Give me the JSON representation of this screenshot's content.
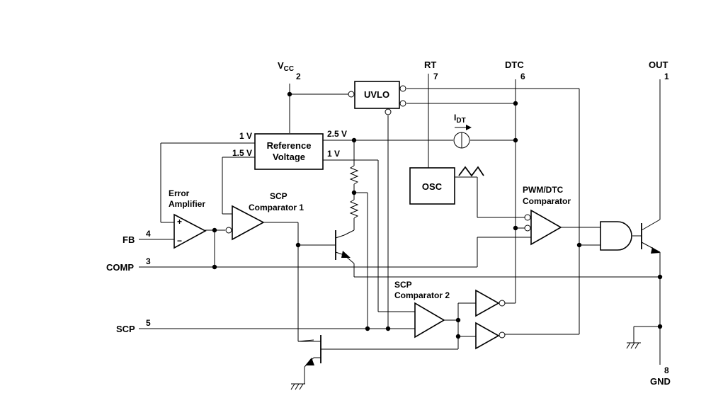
{
  "pins": {
    "vcc": "V",
    "vcc_sub": "CC",
    "vcc_num": "2",
    "rt": "RT",
    "rt_num": "7",
    "dtc": "DTC",
    "dtc_num": "6",
    "out": "OUT",
    "out_num": "1",
    "fb": "FB",
    "fb_num": "4",
    "comp": "COMP",
    "comp_num": "3",
    "scp": "SCP",
    "scp_num": "5",
    "gnd": "GND",
    "gnd_num": "8"
  },
  "blocks": {
    "uvlo": "UVLO",
    "ref_line1": "Reference",
    "ref_line2": "Voltage",
    "osc": "OSC",
    "error_amp_line1": "Error",
    "error_amp_line2": "Amplifier",
    "scp1_line1": "SCP",
    "scp1_line2": "Comparator 1",
    "scp2_line1": "SCP",
    "scp2_line2": "Comparator 2",
    "pwm_line1": "PWM/DTC",
    "pwm_line2": "Comparator"
  },
  "voltages": {
    "ref_1v_left": "1 V",
    "ref_1_5v": "1.5 V",
    "ref_2_5v": "2.5 V",
    "ref_1v_right": "1 V"
  },
  "current_source": {
    "label": "I",
    "label_sub": "DT"
  },
  "opamp_signs": {
    "plus": "+",
    "minus": "−"
  }
}
